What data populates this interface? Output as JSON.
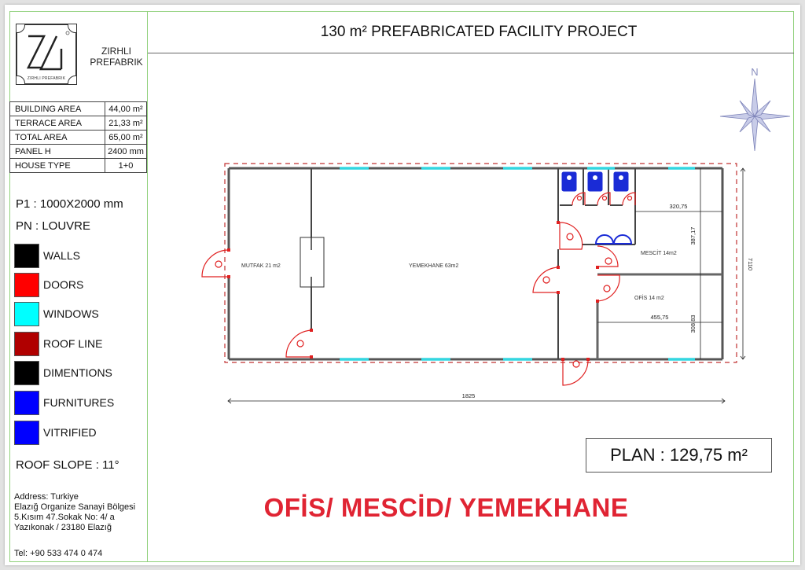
{
  "company": {
    "name_line1": "ZIRHLI",
    "name_line2": "PREFABRIK",
    "logo_caption": "ZIRHLI PREFABRIK",
    "logo_monogram": "ZL"
  },
  "info_table": [
    {
      "label": "BUILDING AREA",
      "value": "44,00 m²"
    },
    {
      "label": "TERRACE AREA",
      "value": "21,33 m²"
    },
    {
      "label": "TOTAL AREA",
      "value": "65,00 m²"
    },
    {
      "label": "PANEL H",
      "value": "2400 mm"
    },
    {
      "label": "HOUSE TYPE",
      "value": "1+0"
    }
  ],
  "specs": {
    "p1": "P1 : 1000X2000 mm",
    "pn": "PN : LOUVRE",
    "roof_slope": "ROOF SLOPE : 11°"
  },
  "legend": [
    {
      "label": "WALLS",
      "color": "#000000"
    },
    {
      "label": "DOORS",
      "color": "#ff0000"
    },
    {
      "label": "WINDOWS",
      "color": "#00ffff"
    },
    {
      "label": "ROOF LINE",
      "color": "#b00000"
    },
    {
      "label": "DIMENTIONS",
      "color": "#000000"
    },
    {
      "label": "FURNITURES",
      "color": "#0000ff"
    },
    {
      "label": "VITRIFIED",
      "color": "#0000ff"
    }
  ],
  "address": {
    "line1": "Address:  Turkiye",
    "line2": "Elazığ Organize Sanayi Bölgesi",
    "line3": "5.Kısım 47.Sokak No: 4/ a",
    "line4": "Yazıkonak / 23180 Elazığ",
    "tel": "Tel: +90 533 474 0 474"
  },
  "header": {
    "title": "130 m² PREFABRICATED FACILITY PROJECT"
  },
  "compass": {
    "north_label": "N"
  },
  "plan": {
    "rooms": [
      {
        "name": "MUTFAK 21 m2"
      },
      {
        "name": "YEMEKHANE 63m2"
      },
      {
        "name": "MESCİT 14m2"
      },
      {
        "name": "OFİS 14 m2"
      }
    ],
    "dimensions": {
      "total_length": "1825",
      "total_width": "7110",
      "mescit_width": "320,75",
      "mescit_depth": "387,17",
      "ofis_width": "455,75",
      "ofis_depth": "308,83"
    },
    "colors": {
      "wall": "#555555",
      "door": "#e02020",
      "window": "#33d6e0",
      "roof_line": "#c03030",
      "furniture": "#1a2bd6"
    }
  },
  "plan_area": "PLAN : 129,75 m²",
  "subtitle": "OFİS/ MESCİD/ YEMEKHANE"
}
